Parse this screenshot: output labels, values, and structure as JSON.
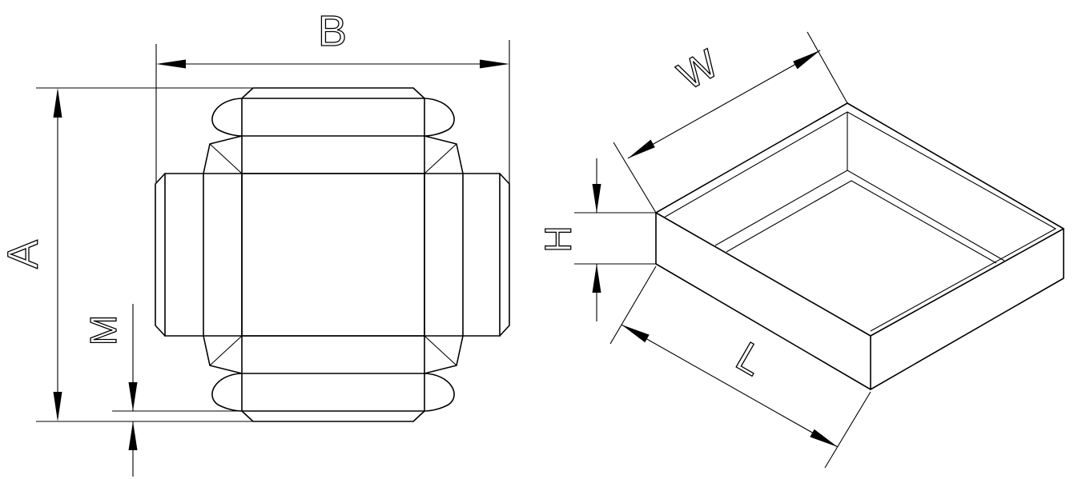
{
  "labels": {
    "B": "B",
    "A": "A",
    "M": "M",
    "W": "W",
    "H": "H",
    "L": "L"
  }
}
